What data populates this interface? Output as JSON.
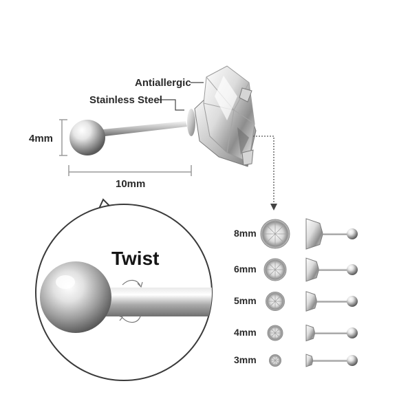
{
  "labels": {
    "antiallergic": "Antiallergic",
    "stainless_steel": "Stainless Steel",
    "ball_diameter": "4mm",
    "post_length": "10mm",
    "twist": "Twist"
  },
  "sizes": [
    {
      "label": "8mm",
      "scale": 8
    },
    {
      "label": "6mm",
      "scale": 6
    },
    {
      "label": "5mm",
      "scale": 5
    },
    {
      "label": "4mm",
      "scale": 4
    },
    {
      "label": "3mm",
      "scale": 3
    }
  ],
  "colors": {
    "text": "#2a2a2a",
    "metal_light": "#f4f4f4",
    "metal_mid": "#bdbdbd",
    "metal_dark": "#6a6a6a",
    "guide_line": "#9a9a9a"
  },
  "icons": {
    "twist_arrows": "rotate-arrows-icon"
  }
}
